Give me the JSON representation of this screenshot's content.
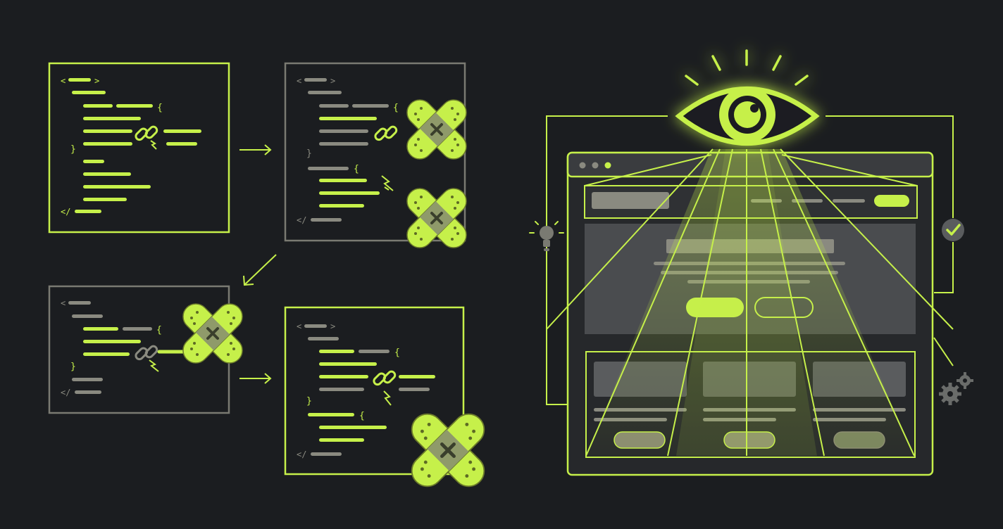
{
  "colors": {
    "background": "#1b1d20",
    "accent": "#c6f04a",
    "muted": "#7a7a72",
    "code_dim": "#8a8a80",
    "panel_fill": "#2a2c30",
    "browser_fill": "#3a3c3f"
  },
  "code_glyphs": {
    "open_tag": "<",
    "open_tag_end": ">",
    "close_tag": "</",
    "brace_open": "{",
    "brace_close": "}"
  },
  "flow": {
    "panels": [
      {
        "id": "panel-1",
        "state": "original",
        "stroke": "accent"
      },
      {
        "id": "panel-2",
        "state": "broken-link-patched",
        "stroke": "muted"
      },
      {
        "id": "panel-3",
        "state": "partially-patched",
        "stroke": "muted"
      },
      {
        "id": "panel-4",
        "state": "patched",
        "stroke": "accent"
      }
    ],
    "arrows": [
      "panel-1-to-panel-2",
      "panel-2-to-panel-3",
      "panel-3-to-panel-4"
    ]
  },
  "icons": {
    "eye": "eye-icon",
    "bandage": "bandage-icon",
    "broken_link": "broken-link-icon",
    "spark": "lightning-icon",
    "lightbulb": "lightbulb-icon",
    "check": "check-circle-icon",
    "gears": "gears-icon",
    "window_dots": "window-dots-icon"
  }
}
